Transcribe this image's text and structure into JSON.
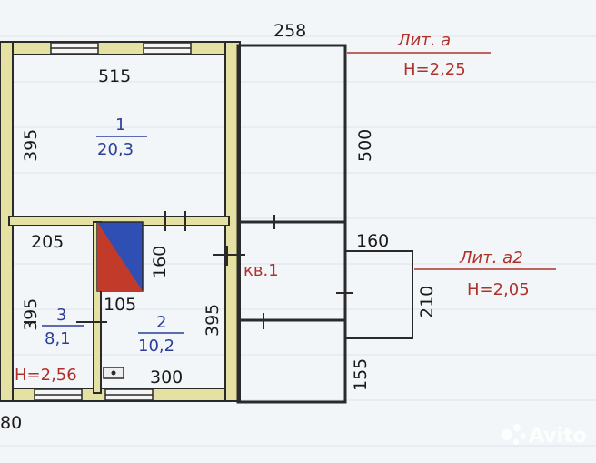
{
  "dimensions": {
    "top_right_width": "258",
    "room1_width": "515",
    "room1_height": "395",
    "right_block_height": "500",
    "room3_width": "205",
    "ladder_dim": "160",
    "small_dim": "105",
    "room3_height": "395",
    "room2_height": "395",
    "room2_width": "300",
    "annex_width": "160",
    "annex_depth": "210",
    "bottom_right_height": "155",
    "bottom_left": "80"
  },
  "rooms": {
    "room1": {
      "number": "1",
      "area": "20,3"
    },
    "room2": {
      "number": "2",
      "area": "10,2"
    },
    "room3": {
      "number": "3",
      "area": "8,1"
    }
  },
  "labels": {
    "apartment": "кв.1",
    "left_height": "H=2,56",
    "lit_a_title": "Лит. а",
    "lit_a_height": "H=2,25",
    "lit_a2_title": "Лит. а2",
    "lit_a2_height": "H=2,05"
  },
  "watermark": {
    "text": "Avito"
  },
  "colors": {
    "wall_fill": "#e5e1a2",
    "wall_stroke": "#2a2a2a",
    "room_label": "#2a3e9a",
    "annotation": "#b0302a",
    "stove_blue": "#2f4fb5",
    "stove_red": "#c23a2a"
  }
}
